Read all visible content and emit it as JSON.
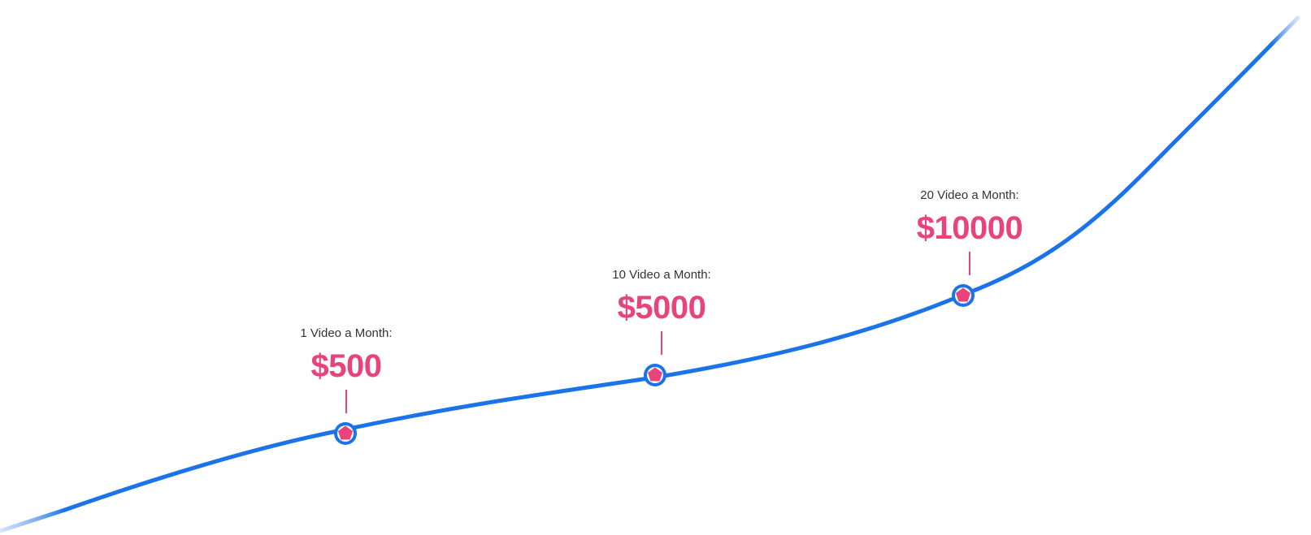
{
  "colors": {
    "curve": "#1a73e8",
    "curve_fade": "#b9d3f7",
    "accent": "#e8437a",
    "caption": "#333333",
    "marker_ring": "#1a73e8",
    "marker_fill": "#e8437a"
  },
  "marker_icon": "pentagon-in-circle-icon",
  "milestones": [
    {
      "caption": "1 Video a Month:",
      "value": "$500"
    },
    {
      "caption": "10 Video a Month:",
      "value": "$5000"
    },
    {
      "caption": "20 Video a Month:",
      "value": "$10000"
    }
  ]
}
